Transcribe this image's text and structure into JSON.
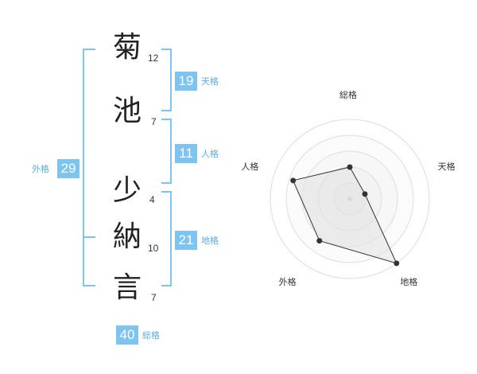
{
  "name": {
    "chars": [
      {
        "char": "菊",
        "strokes": "12"
      },
      {
        "char": "池",
        "strokes": "7"
      },
      {
        "char": "少",
        "strokes": "4"
      },
      {
        "char": "納",
        "strokes": "10"
      },
      {
        "char": "言",
        "strokes": "7"
      }
    ]
  },
  "fortune": {
    "tenkaku": {
      "value": "19",
      "label": "天格"
    },
    "jinkaku": {
      "value": "11",
      "label": "人格"
    },
    "chikaku": {
      "value": "21",
      "label": "地格"
    },
    "gaikaku": {
      "value": "29",
      "label": "外格"
    },
    "soukaku": {
      "value": "40",
      "label": "総格"
    }
  },
  "chart_data": {
    "type": "radar",
    "axes": [
      "総格",
      "天格",
      "地格",
      "外格",
      "人格"
    ],
    "values": [
      0.4,
      0.2,
      1.0,
      0.65,
      0.75
    ],
    "range": [
      0,
      1
    ],
    "rings": 5,
    "colors": {
      "fill": "#f0f0f0",
      "line": "#333333",
      "point": "#333333",
      "ring": "#dddddd"
    }
  },
  "colors": {
    "accent": "#7dc4f0",
    "accent_text": "#5aace8"
  }
}
